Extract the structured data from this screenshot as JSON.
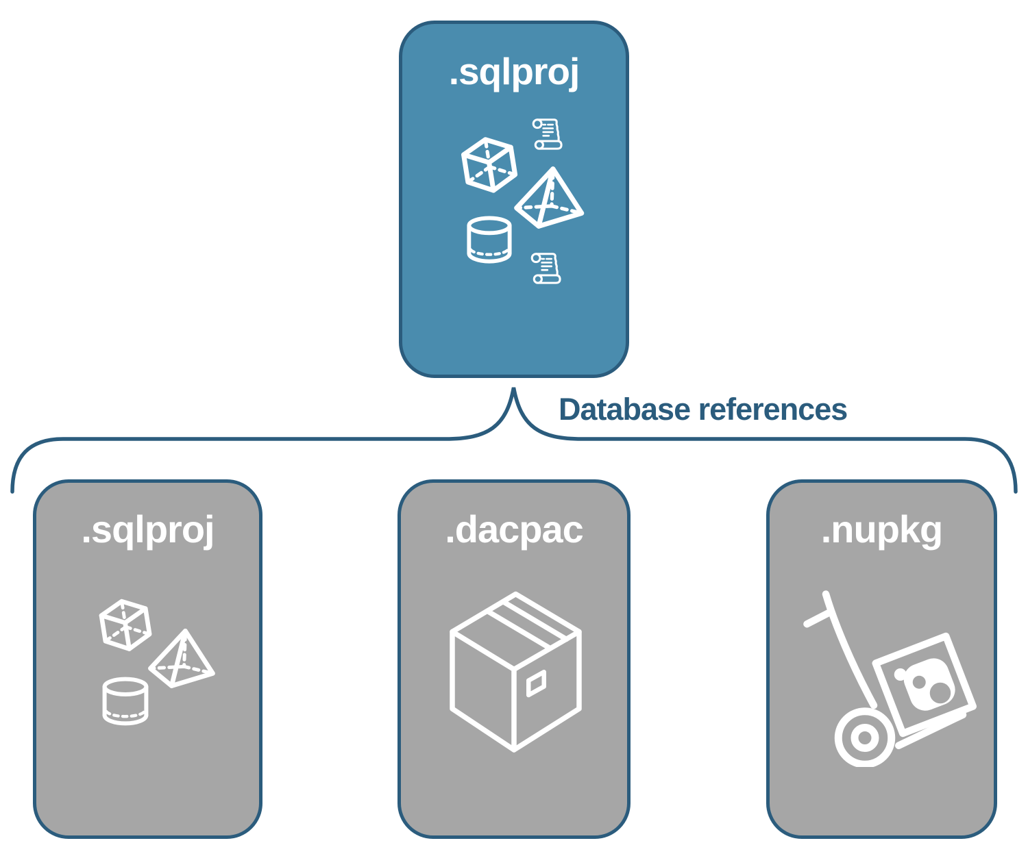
{
  "diagram": {
    "root_node": {
      "label": ".sqlproj",
      "icons": [
        "scroll-icon",
        "cube-icon",
        "pyramid-icon",
        "cylinder-icon",
        "scroll-icon"
      ]
    },
    "edge_label": "Database references",
    "child_nodes": [
      {
        "label": ".sqlproj",
        "icons": [
          "cube-icon",
          "pyramid-icon",
          "cylinder-icon"
        ]
      },
      {
        "label": ".dacpac",
        "icons": [
          "package-box-icon"
        ]
      },
      {
        "label": ".nupkg",
        "icons": [
          "hand-truck-package-icon"
        ]
      }
    ],
    "colors": {
      "root_fill": "#4a8cae",
      "child_fill": "#a6a6a6",
      "outline": "#2b5c7d",
      "edge_label_text": "#2b5c7d",
      "label_text": "#ffffff",
      "icon_stroke": "#ffffff",
      "background": "#ffffff"
    }
  }
}
